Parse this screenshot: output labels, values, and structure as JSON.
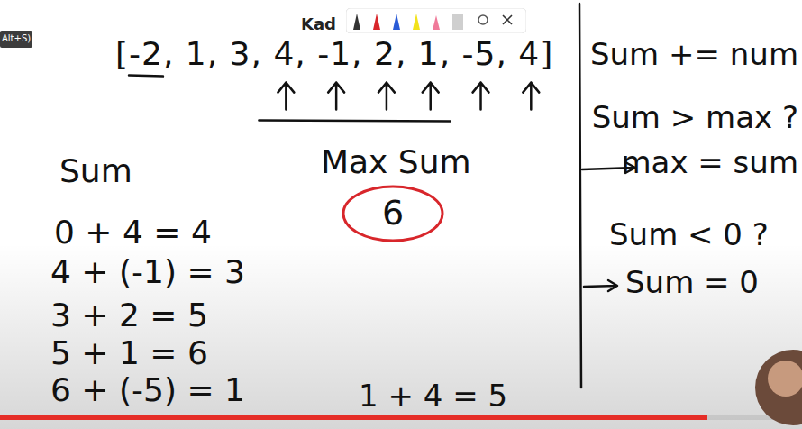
{
  "diagram": {
    "title": "Kad",
    "nodes": [
      {
        "text": [
          "6"
        ]
      }
    ],
    "labels": [
      "Alt+S)",
      "[-2, 1, 3, 4, -1, 2, 1, -5, 4]",
      "Sum",
      "Max Sum",
      "0 + 4 = 4",
      "4 + (-1) = 3",
      "3 + 2 = 5",
      "5 + 1 = 6",
      "6 + (-5) = 1",
      "1 + 4 = 5",
      "Sum += num",
      "Sum > max ?",
      "max = sum",
      "Sum < 0 ?",
      "Sum = 0"
    ]
  }
}
